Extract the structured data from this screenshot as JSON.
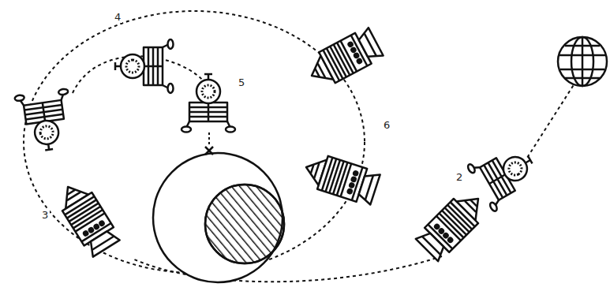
{
  "diagram": {
    "labels": [
      "4",
      "5",
      "6",
      "3",
      "2"
    ]
  }
}
